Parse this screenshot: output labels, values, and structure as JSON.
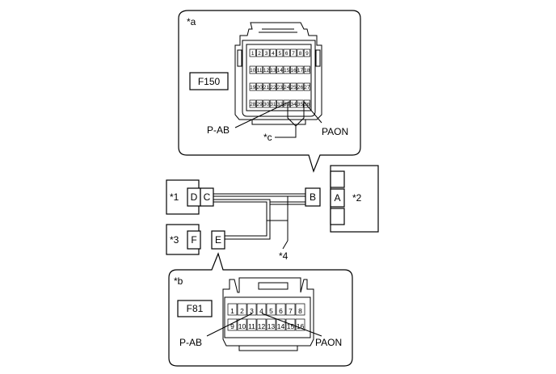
{
  "callouts": {
    "a": "*a",
    "b": "*b",
    "c": "*c",
    "n1": "*1",
    "n2": "*2",
    "n3": "*3",
    "n4": "*4"
  },
  "connector_top": {
    "code": "F150",
    "pins": [
      "1",
      "2",
      "3",
      "4",
      "5",
      "6",
      "7",
      "8",
      "9",
      "10",
      "11",
      "12",
      "13",
      "14",
      "15",
      "16",
      "17",
      "18",
      "19",
      "20",
      "21",
      "22",
      "23",
      "24",
      "25",
      "26",
      "27",
      "28",
      "29",
      "30",
      "31",
      "32",
      "33",
      "34",
      "35",
      "36"
    ],
    "label_left": "P-AB",
    "label_right": "PAON"
  },
  "connector_bottom": {
    "code": "F81",
    "pins": [
      "1",
      "2",
      "3",
      "4",
      "5",
      "6",
      "7",
      "8",
      "9",
      "10",
      "11",
      "12",
      "13",
      "14",
      "15",
      "16"
    ],
    "label_left": "P-AB",
    "label_right": "PAON"
  },
  "connectors": {
    "A": "A",
    "B": "B",
    "C": "C",
    "D": "D",
    "E": "E",
    "F": "F"
  }
}
